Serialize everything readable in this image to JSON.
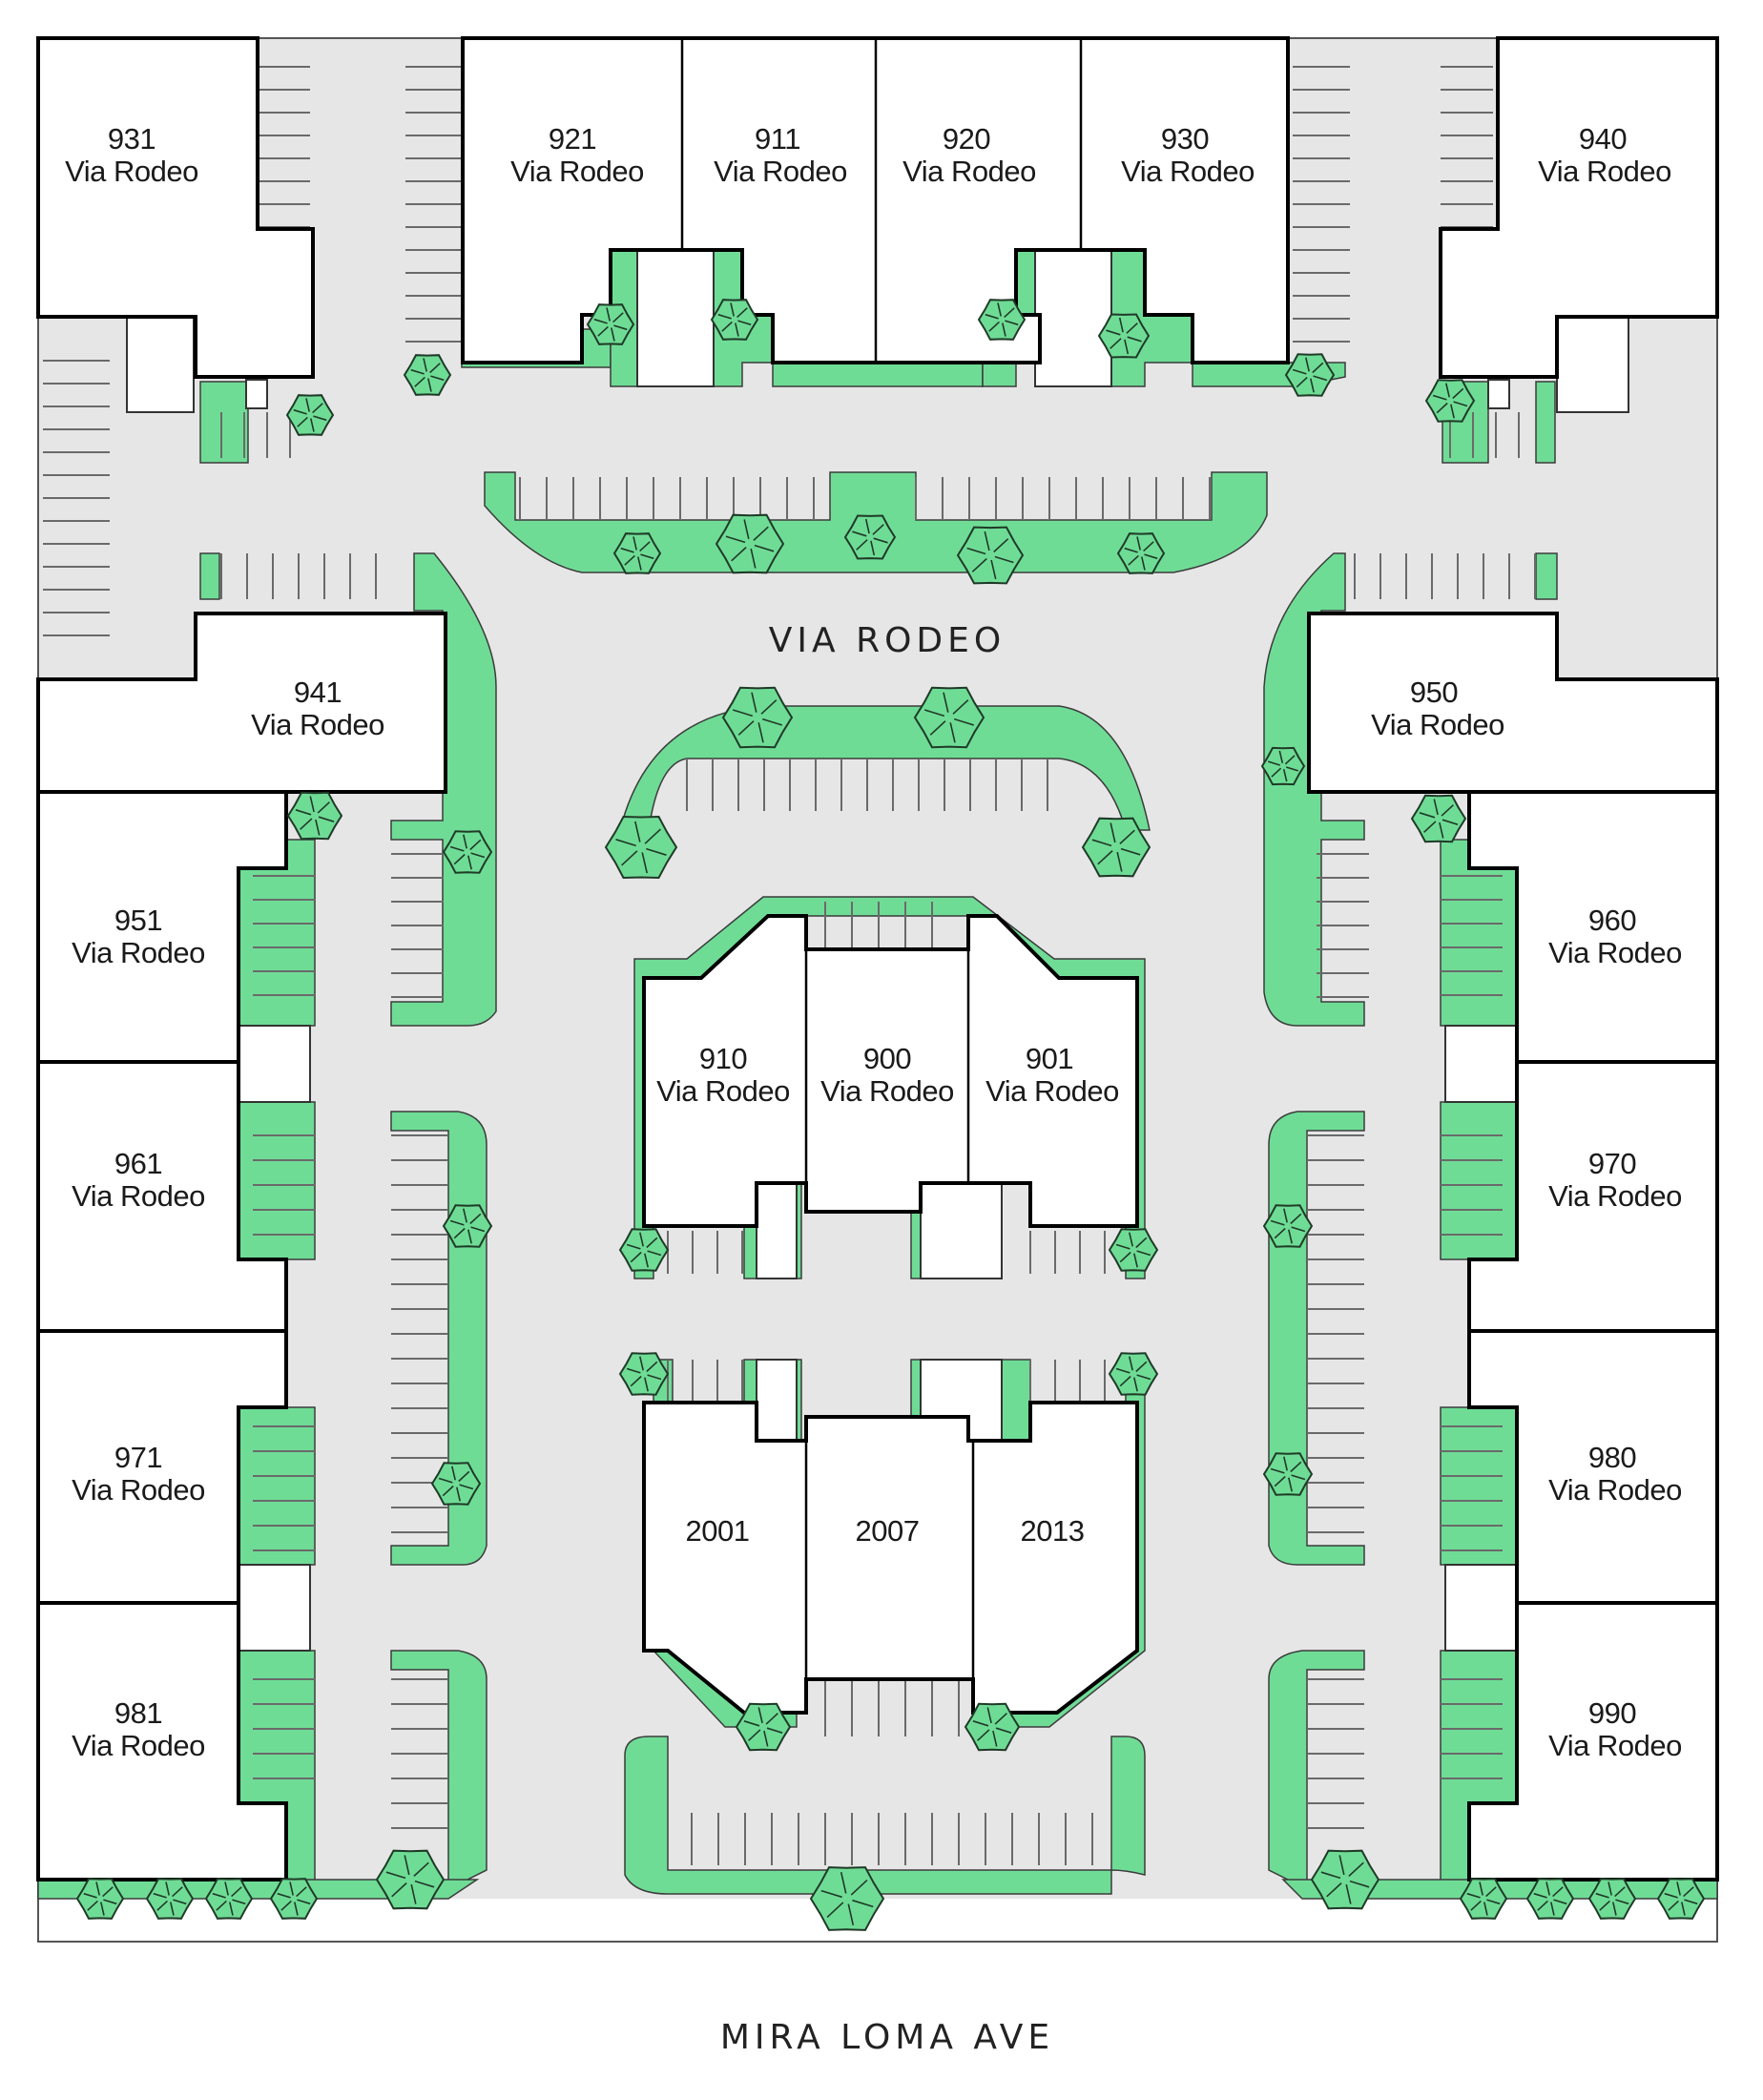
{
  "colors": {
    "landscape": "#6fdc96",
    "paving": "#e6e6e6",
    "building": "#ffffff",
    "outline": "#000000"
  },
  "streets": {
    "internal": "VIA RODEO",
    "frontage": "MIRA LOMA AVE"
  },
  "buildings": [
    {
      "id": "931",
      "number": "931",
      "street": "Via Rodeo"
    },
    {
      "id": "921",
      "number": "921",
      "street": "Via Rodeo"
    },
    {
      "id": "911",
      "number": "911",
      "street": "Via Rodeo"
    },
    {
      "id": "920",
      "number": "920",
      "street": "Via Rodeo"
    },
    {
      "id": "930",
      "number": "930",
      "street": "Via Rodeo"
    },
    {
      "id": "940",
      "number": "940",
      "street": "Via Rodeo"
    },
    {
      "id": "941",
      "number": "941",
      "street": "Via Rodeo"
    },
    {
      "id": "950",
      "number": "950",
      "street": "Via Rodeo"
    },
    {
      "id": "951",
      "number": "951",
      "street": "Via Rodeo"
    },
    {
      "id": "960",
      "number": "960",
      "street": "Via Rodeo"
    },
    {
      "id": "910",
      "number": "910",
      "street": "Via Rodeo"
    },
    {
      "id": "900",
      "number": "900",
      "street": "Via Rodeo"
    },
    {
      "id": "901",
      "number": "901",
      "street": "Via Rodeo"
    },
    {
      "id": "961",
      "number": "961",
      "street": "Via Rodeo"
    },
    {
      "id": "970",
      "number": "970",
      "street": "Via Rodeo"
    },
    {
      "id": "971",
      "number": "971",
      "street": "Via Rodeo"
    },
    {
      "id": "980",
      "number": "980",
      "street": "Via Rodeo"
    },
    {
      "id": "981",
      "number": "981",
      "street": "Via Rodeo"
    },
    {
      "id": "990",
      "number": "990",
      "street": "Via Rodeo"
    },
    {
      "id": "2001",
      "number": "2001",
      "street": ""
    },
    {
      "id": "2007",
      "number": "2007",
      "street": ""
    },
    {
      "id": "2013",
      "number": "2013",
      "street": ""
    }
  ]
}
